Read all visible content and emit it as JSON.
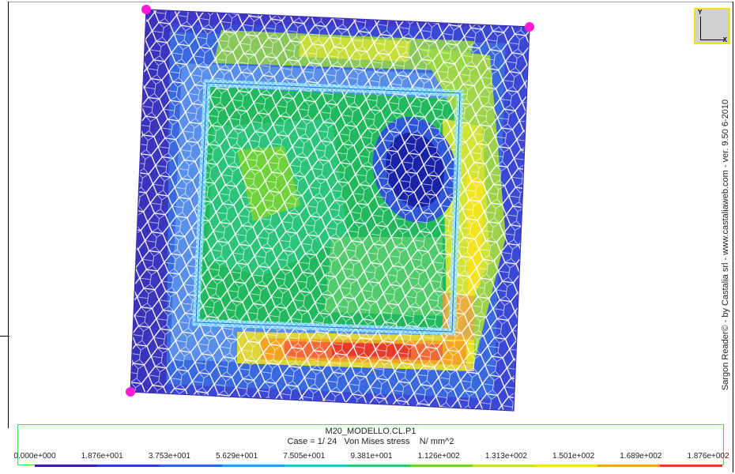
{
  "viewer": {
    "vertical_caption": "Sargon Reader© - by Castalia srl - www.castaliaweb.com - ver. 9.50 6-2010",
    "axes": {
      "y_label": "Y",
      "x_label": "X"
    }
  },
  "legend": {
    "model": "M20_MODELLO.CL.P1",
    "case_text": "Case = 1/ 24",
    "result_text": "Von Mises stress",
    "units_text": "N/ mm^2",
    "ticks": [
      "0.000e+000",
      "1.876e+001",
      "3.753e+001",
      "5.629e+001",
      "7.505e+001",
      "9.381e+001",
      "1.126e+002",
      "1.313e+002",
      "1.501e+002",
      "1.689e+002",
      "1.876e+002"
    ],
    "colors": [
      "#3a1aa8",
      "#2f3fd0",
      "#2a62e0",
      "#2f9be8",
      "#24c3c8",
      "#2cc47a",
      "#6fd23a",
      "#c9e23a",
      "#f5e21a",
      "#f5a020",
      "#e83a2a"
    ]
  },
  "colors": {
    "mesh_line": "#ffffff",
    "support_marker": "#ff1cd7",
    "frame_accent": "#4dd84d",
    "triad_border": "#f5e21a"
  }
}
